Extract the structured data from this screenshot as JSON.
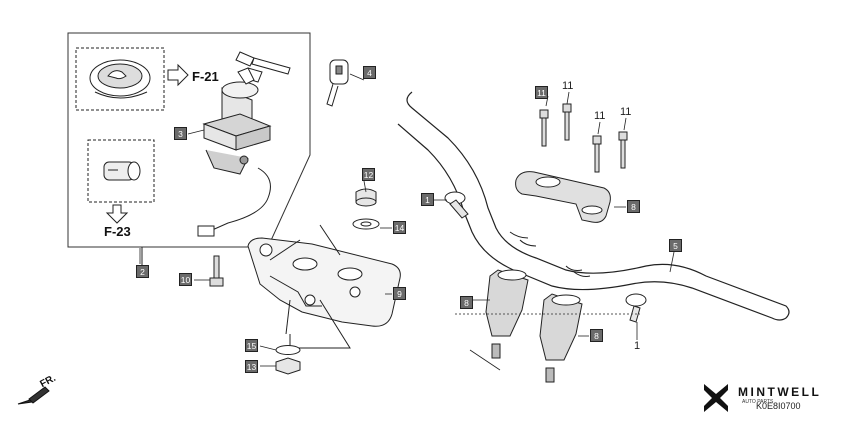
{
  "callouts": {
    "c1a": "1",
    "c1b": "1",
    "c2": "2",
    "c3": "3",
    "c4": "4",
    "c5": "5",
    "c8a": "8",
    "c8b": "8",
    "c8c": "8",
    "c9": "9",
    "c10": "10",
    "c11box": "11",
    "c11a": "11",
    "c11b": "11",
    "c11c": "11",
    "c12": "12",
    "c13": "13",
    "c14": "14",
    "c15": "15"
  },
  "refs": {
    "f21": "F-21",
    "f23": "F-23"
  },
  "footer": {
    "brand": "MINTWELL",
    "brand_sub": "AUTO PARTS",
    "code": "K0E8I0700",
    "front": "FR."
  },
  "colors": {
    "line": "#222222",
    "label_fill": "#6b6b6b",
    "shade": "#9a9a9a"
  }
}
